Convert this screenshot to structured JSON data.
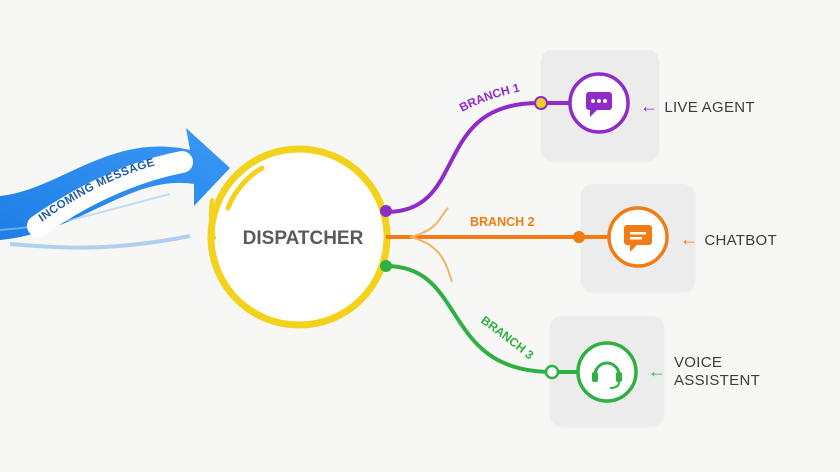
{
  "incoming": {
    "label": "INCOMING MESSAGE",
    "color": "#2a88e8"
  },
  "dispatcher": {
    "label": "DISPATCHER",
    "color": "#f2d21a"
  },
  "branches": [
    {
      "label": "BRANCH 1",
      "target": "LIVE AGENT",
      "color": "#8e2bc9",
      "icon": "chat-dots-icon"
    },
    {
      "label": "BRANCH 2",
      "target": "CHATBOT",
      "color": "#f07c13",
      "icon": "message-lines-icon"
    },
    {
      "label": "BRANCH 3",
      "target_line1": "VOICE",
      "target_line2": "ASSISTENT",
      "color": "#2fb042",
      "icon": "headset-icon"
    }
  ]
}
